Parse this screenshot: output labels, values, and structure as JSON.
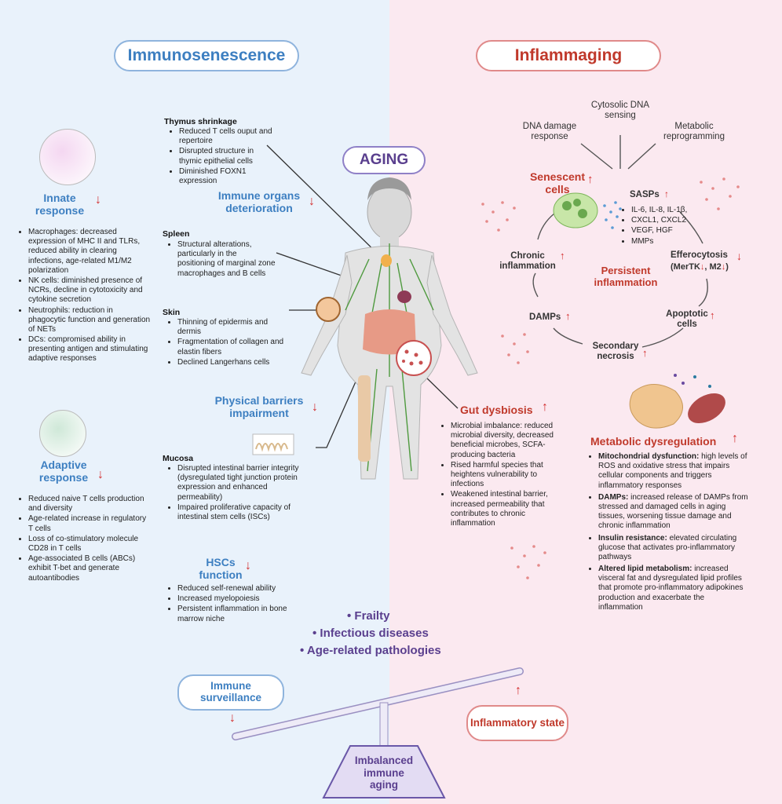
{
  "titles": {
    "immunosenescence": "Immunosenescence",
    "inflammaging": "Inflammaging",
    "aging": "AGING"
  },
  "innate": {
    "title": "Innate response",
    "items": [
      "Macrophages: decreased expression of MHC II and TLRs, reduced ability in clearing infections, age-related M1/M2 polarization",
      "NK cells: diminished presence of NCRs, decline in cytotoxicity and cytokine secretion",
      "Neutrophils: reduction in phagocytic function and generation of NETs",
      "DCs: compromised ability in presenting antigen and stimulating adaptive responses"
    ]
  },
  "adaptive": {
    "title": "Adaptive response",
    "items": [
      "Reduced naive T cells production and diversity",
      "Age-related increase in regulatory T cells",
      "Loss of co-stimulatory molecule CD28 in T cells",
      "Age-associated B cells (ABCs) exhibit T-bet and generate autoantibodies"
    ]
  },
  "thymus": {
    "title": "Thymus shrinkage",
    "items": [
      "Reduced T cells ouput and repertoire",
      "Disrupted structure in thymic epithelial cells",
      "Diminished FOXN1 expression"
    ]
  },
  "immune_organs": "Immune organs deterioration",
  "spleen": {
    "title": "Spleen",
    "items": [
      "Structural alterations, particularly in the positioning of marginal zone macrophages and B cells"
    ]
  },
  "skin": {
    "title": "Skin",
    "items": [
      "Thinning of epidermis and dermis",
      "Fragmentation of collagen and elastin fibers",
      "Declined Langerhans cells"
    ]
  },
  "physical_barriers": "Physical barriers impairment",
  "mucosa": {
    "title": "Mucosa",
    "items": [
      "Disrupted intestinal barrier integrity (dysregulated tight junction protein expression and enhanced permeability)",
      "Impaired proliferative capacity of intestinal stem cells (ISCs)"
    ]
  },
  "hscs": {
    "title": "HSCs function",
    "items": [
      "Reduced self-renewal ability",
      "Increased myelopoiesis",
      "Persistent inflammation in bone marrow niche"
    ]
  },
  "gut": {
    "title": "Gut dysbiosis",
    "items": [
      "Microbial imbalance: reduced microbial diversity, decreased beneficial microbes, SCFA-producing bacteria",
      "Rised harmful species that heightens vulnerability to infections",
      "Weakened intestinal barrier, increased permeability that contributes to chronic inflammation"
    ]
  },
  "inflammaging_cycle": {
    "cytosolic": "Cytosolic DNA sensing",
    "dna_damage": "DNA damage response",
    "metabolic_reprog": "Metabolic reprogramming",
    "senescent": "Senescent cells",
    "sasps": "SASPs",
    "sasp_list": [
      "IL-6, IL-8, IL-1β,",
      "CXCL1, CXCL2",
      "VEGF, HGF",
      "MMPs"
    ],
    "efferocytosis": "Efferocytosis",
    "efferocytosis_detail": "(MerTK",
    "m2": ", M2",
    "close_paren": ")",
    "apoptotic": "Apoptotic cells",
    "secondary": "Secondary necrosis",
    "damps": "DAMPs",
    "chronic": "Chronic inflammation",
    "persistent": "Persistent inflammation"
  },
  "metabolic": {
    "title": "Metabolic dysregulation",
    "items": [
      {
        "bold": "Mitochondrial dysfunction:",
        "text": " high levels of ROS and oxidative stress that impairs cellular components and triggers inflammatory responses"
      },
      {
        "bold": "DAMPs:",
        "text": " increased release of DAMPs from stressed and damaged cells in aging tissues, worsening tissue damage and chronic inflammation"
      },
      {
        "bold": "Insulin resistance:",
        "text": " elevated circulating glucose that activates pro-inflammatory pathways"
      },
      {
        "bold": "Altered lipid metabolism:",
        "text": " increased visceral fat and dysregulated lipid profiles that promote pro-inflammatory adipokines production and exacerbate the inflammation"
      }
    ]
  },
  "outcomes": [
    "Frailty",
    "Infectious diseases",
    "Age-related pathologies"
  ],
  "balance": {
    "surveillance": "Immune surveillance",
    "inflammatory": "Inflammatory state",
    "base": "Imbalanced immune aging"
  },
  "colors": {
    "blue": "#3d7fc1",
    "red": "#c0392b",
    "purple": "#5a3f8e",
    "left_bg": "#e9f2fb",
    "right_bg": "#fbe9f0"
  }
}
